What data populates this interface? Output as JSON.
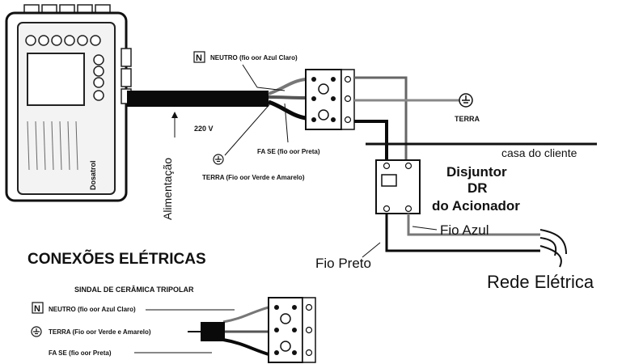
{
  "top": {
    "neutro_symbol": "N",
    "neutro_label": "NEUTRO (fio oor Azul Claro)",
    "voltage": "220 V",
    "alimentacao": "Alimentação",
    "fase_label": "FA SE (fio oor Preta)",
    "terra_label": "TERRA (Fio oor Verde e Amarelo)",
    "terra_right": "TERRA",
    "casa": "casa do cliente",
    "disjuntor_line1": "Disjuntor",
    "disjuntor_line2": "DR",
    "disjuntor_line3": "do Acionador",
    "fio_azul": "Fio Azul",
    "fio_preto": "Fio Preto",
    "rede": "Rede Elétrica",
    "device_brand": "Dosatrol"
  },
  "bottom": {
    "title": "CONEXÕES ELÉTRICAS",
    "subtitle": "SINDAL DE CERÂMICA TRIPOLAR",
    "neutro_symbol": "N",
    "neutro_label": "NEUTRO (fio oor Azul Claro)",
    "terra_label": "TERRA (Fio oor Verde e Amarelo)",
    "fase_label": "FA SE (fio oor Preta)"
  },
  "colors": {
    "ink": "#111111",
    "wire_gray": "#777777",
    "cable": "#0a0a0a"
  }
}
